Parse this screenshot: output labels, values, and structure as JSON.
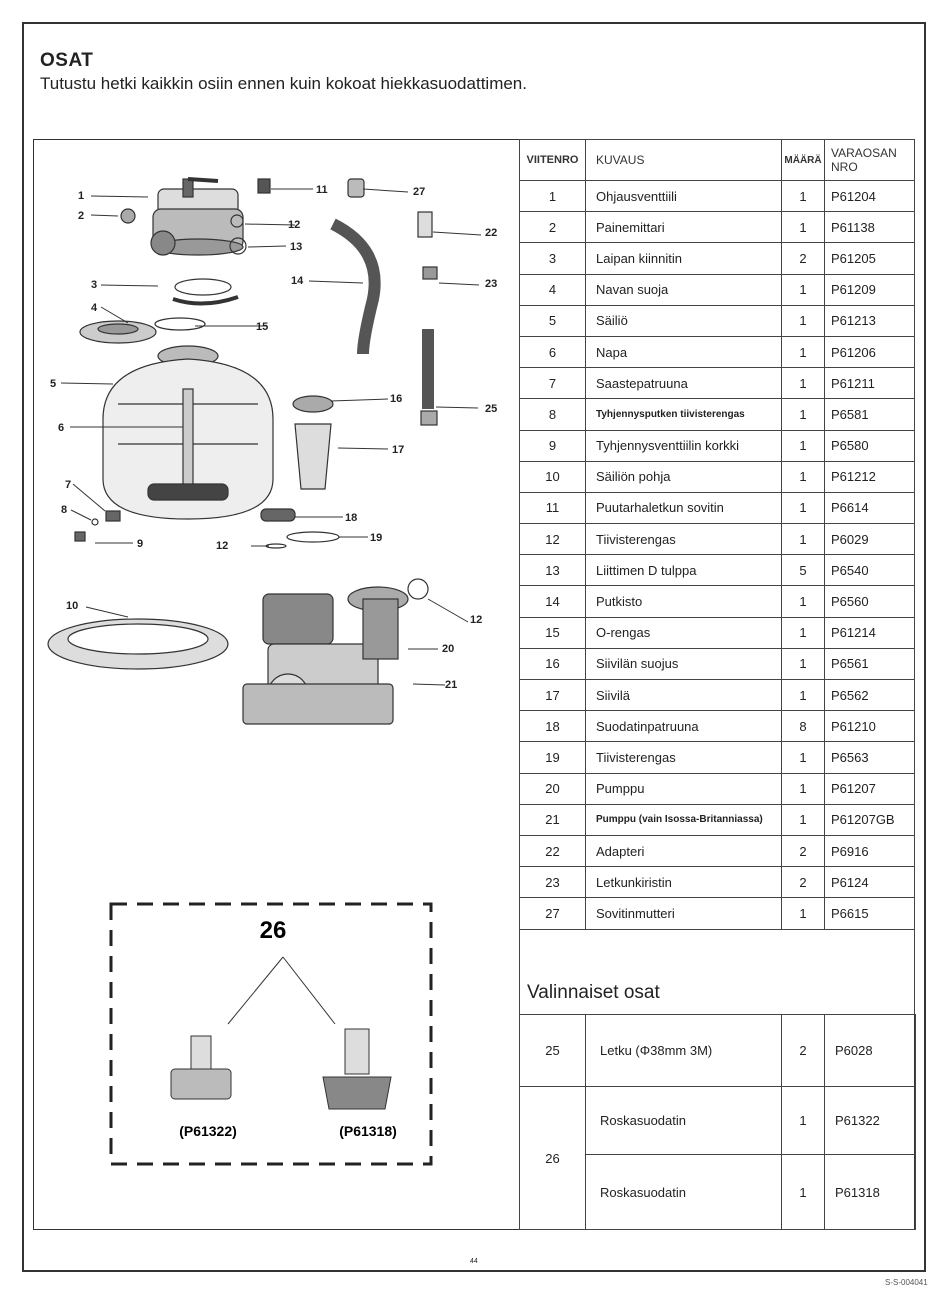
{
  "header": {
    "title": "OSAT",
    "subtitle": "Tutustu hetki kaikkin osiin ennen kuin kokoat hiekkasuodattimen."
  },
  "table": {
    "headers": [
      "VIITENRO",
      "KUVAUS",
      "MÄÄRÄ",
      "VARAOSAN NRO"
    ],
    "rows": [
      [
        "1",
        "Ohjausventtiili",
        "1",
        "P61204"
      ],
      [
        "2",
        "Painemittari",
        "1",
        "P61138"
      ],
      [
        "3",
        "Laipan kiinnitin",
        "2",
        "P61205"
      ],
      [
        "4",
        "Navan suoja",
        "1",
        "P61209"
      ],
      [
        "5",
        "Säiliö",
        "1",
        "P61213"
      ],
      [
        "6",
        "Napa",
        "1",
        "P61206"
      ],
      [
        "7",
        "Saastepatruuna",
        "1",
        "P61211"
      ],
      [
        "8",
        "Tyhjennysputken tiivisterengas",
        "1",
        "P6581"
      ],
      [
        "9",
        "Tyhjennysventtiilin korkki",
        "1",
        "P6580"
      ],
      [
        "10",
        "Säiliön pohja",
        "1",
        "P61212"
      ],
      [
        "11",
        "Puutarhaletkun sovitin",
        "1",
        "P6614"
      ],
      [
        "12",
        "Tiivisterengas",
        "1",
        "P6029"
      ],
      [
        "13",
        "Liittimen D tulppa",
        "5",
        "P6540"
      ],
      [
        "14",
        "Putkisto",
        "1",
        "P6560"
      ],
      [
        "15",
        "O-rengas",
        "1",
        "P61214"
      ],
      [
        "16",
        "Siivilän suojus",
        "1",
        "P6561"
      ],
      [
        "17",
        "Siivilä",
        "1",
        "P6562"
      ],
      [
        "18",
        "Suodatinpatruuna",
        "8",
        "P61210"
      ],
      [
        "19",
        "Tiivisterengas",
        "1",
        "P6563"
      ],
      [
        "20",
        "Pumppu",
        "1",
        "P61207"
      ],
      [
        "21",
        "Pumppu (vain Isossa-Britanniassa)",
        "1",
        "P61207GB"
      ],
      [
        "22",
        "Adapteri",
        "2",
        "P6916"
      ],
      [
        "23",
        "Letkunkiristin",
        "2",
        "P6124"
      ],
      [
        "27",
        "Sovitinmutteri",
        "1",
        "P6615"
      ]
    ]
  },
  "optional": {
    "title": "Valinnaiset osat",
    "hose": {
      "ref": "25",
      "desc": "Letku (Φ38mm 3M)",
      "qty": "2",
      "part": "P6028"
    },
    "skimmer_ref": "26",
    "skimmers": [
      {
        "desc": "Roskasuodatin",
        "qty": "1",
        "part": "P61322"
      },
      {
        "desc": "Roskasuodatin",
        "qty": "1",
        "part": "P61318"
      }
    ]
  },
  "diagram": {
    "callouts": [
      "1",
      "2",
      "3",
      "4",
      "5",
      "6",
      "7",
      "8",
      "9",
      "10",
      "11",
      "12",
      "13",
      "14",
      "15",
      "16",
      "17",
      "18",
      "19",
      "20",
      "21",
      "22",
      "23",
      "25",
      "27",
      "12"
    ],
    "box_number": "26",
    "box_parts": [
      "(P61322)",
      "(P61318)"
    ]
  },
  "footer": {
    "page_number": "44",
    "doc_code": "S-S-004041"
  }
}
